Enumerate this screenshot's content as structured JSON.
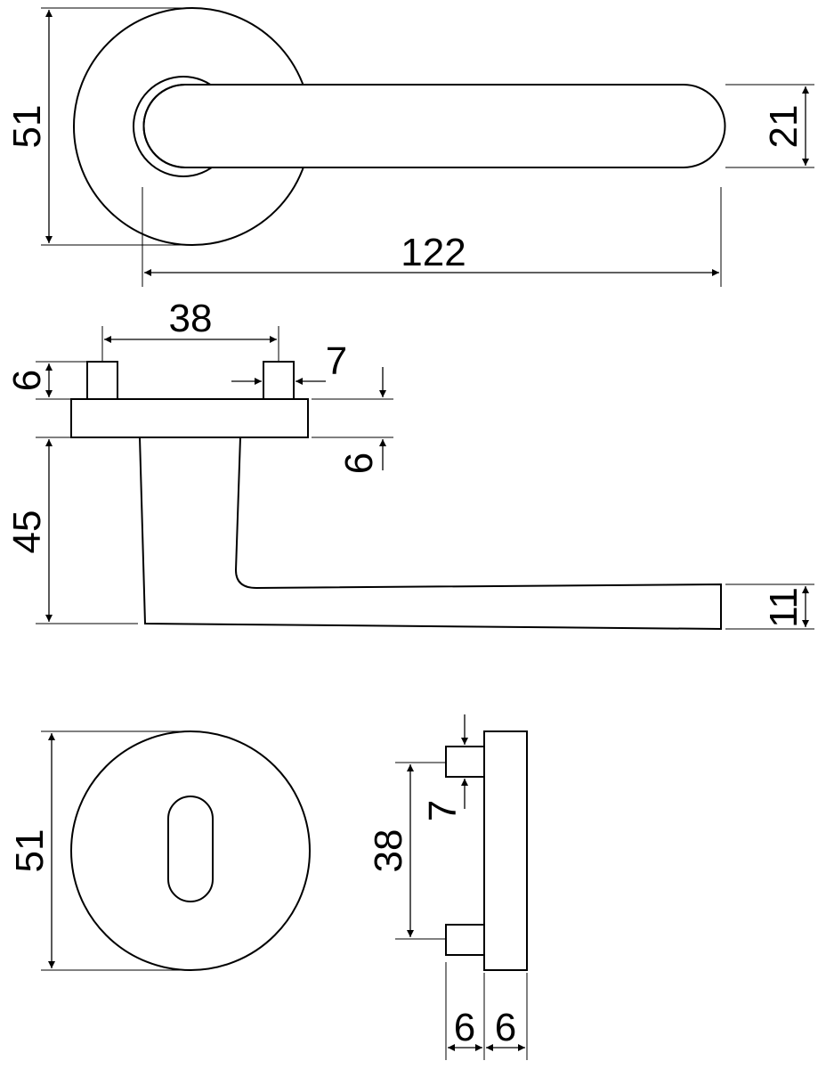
{
  "handle_top_view": {
    "rose_diameter": "51",
    "lever_height": "21",
    "lever_length": "122"
  },
  "handle_side_view": {
    "pin_spacing": "38",
    "pin_diameter": "7",
    "pin_height": "6",
    "rose_thickness": "6",
    "projection": "45",
    "lever_thickness": "11"
  },
  "escutcheon_front_view": {
    "rose_diameter": "51"
  },
  "escutcheon_side_view": {
    "pin_spacing": "38",
    "pin_diameter": "7",
    "pin_height": "6",
    "rose_thickness": "6"
  }
}
